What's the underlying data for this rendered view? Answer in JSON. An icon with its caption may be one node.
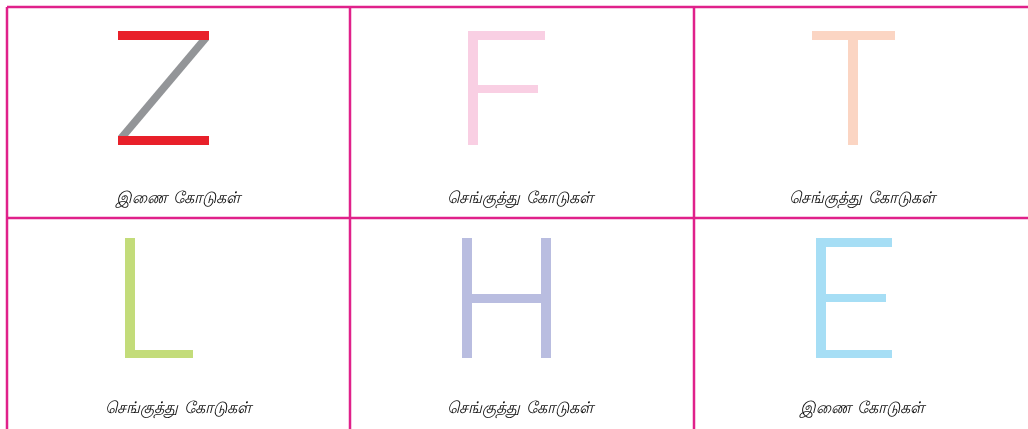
{
  "diagram": {
    "labels": [
      "இணை கோடுகள்",
      "செங்குத்து கோடுகள்",
      "செங்குத்து கோடுகள்",
      "செங்குத்து கோடுகள்",
      "செங்குத்து கோடுகள்",
      "இணை கோடுகள்"
    ]
  }
}
